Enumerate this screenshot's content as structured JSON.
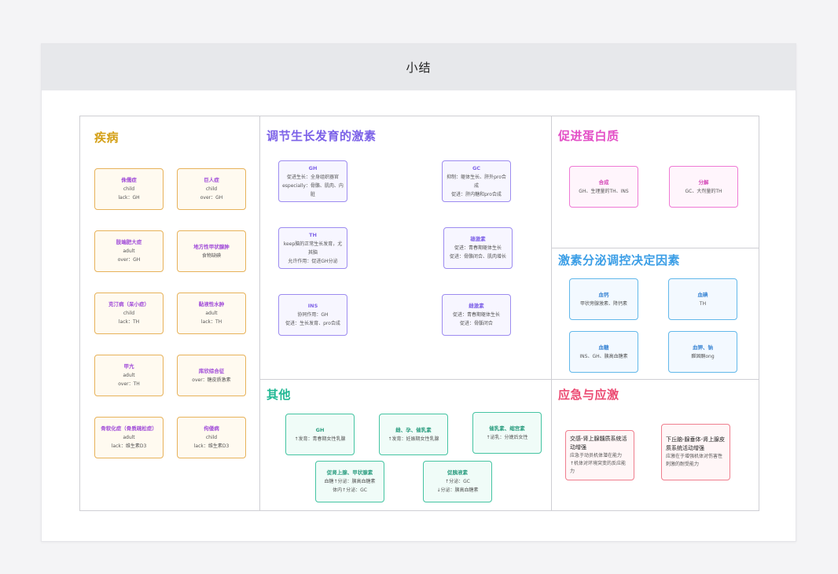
{
  "page": {
    "title": "小结"
  },
  "colors": {
    "disease": "#d4a017",
    "hormone": "#7b61e8",
    "protein": "#e34ec6",
    "factors": "#3b9ee6",
    "other": "#21b894",
    "stress": "#ec4a72"
  },
  "sections": {
    "disease": {
      "title": "疾病",
      "nodes": [
        {
          "name": "侏儒症",
          "lines": [
            "child",
            "lack：GH"
          ]
        },
        {
          "name": "巨人症",
          "lines": [
            "child",
            "over：GH"
          ]
        },
        {
          "name": "肢端肥大症",
          "lines": [
            "adult",
            "over：GH"
          ]
        },
        {
          "name": "地方性甲状腺肿",
          "lines": [
            "食物缺碘"
          ]
        },
        {
          "name": "克汀病（呆小症）",
          "lines": [
            "child",
            "lack：TH"
          ]
        },
        {
          "name": "黏液性水肿",
          "lines": [
            "adult",
            "lack：TH"
          ]
        },
        {
          "name": "甲亢",
          "lines": [
            "adult",
            "over：TH"
          ]
        },
        {
          "name": "库欣综合征",
          "lines": [
            "over：糖皮质激素"
          ]
        },
        {
          "name": "骨软化症（骨质疏松症）",
          "lines": [
            "adult",
            "lack：维生素D3"
          ]
        },
        {
          "name": "佝偻病",
          "lines": [
            "child",
            "lack：维生素D3"
          ]
        }
      ]
    },
    "hormones": {
      "title": "调节生长发育的激素",
      "nodes": [
        {
          "name": "GH",
          "lines": [
            "促进生长：全身组织器官",
            "especially：骨骼、肌肉、内脏"
          ]
        },
        {
          "name": "GC",
          "lines": [
            "抑制：躯体生长、肝外pro合成",
            "促进：肝内糖和pro合成"
          ]
        },
        {
          "name": "TH",
          "lines": [
            "keep脑的正常生长发育，尤其脑",
            "允许作用：促进GH分泌"
          ]
        },
        {
          "name": "雄激素",
          "lines": [
            "促进：青春期躯体生长",
            "促进：骨骼闭合、肌肉增长"
          ]
        },
        {
          "name": "INS",
          "lines": [
            "协同作用：GH",
            "促进：生长发育、pro合成"
          ]
        },
        {
          "name": "雌激素",
          "lines": [
            "促进：青春期躯体生长",
            "促进：骨骺闭合"
          ]
        }
      ]
    },
    "protein": {
      "title": "促进蛋白质",
      "nodes": [
        {
          "name": "合成",
          "lines": [
            "GH、生理量的TH、INS"
          ]
        },
        {
          "name": "分解",
          "lines": [
            "GC、大剂量的TH"
          ]
        }
      ]
    },
    "factors": {
      "title": "激素分泌调控决定因素",
      "nodes": [
        {
          "name": "血钙",
          "lines": [
            "甲状旁腺激素、降钙素"
          ]
        },
        {
          "name": "血碘",
          "lines": [
            "TH"
          ]
        },
        {
          "name": "血糖",
          "lines": [
            "INS、GH、胰高血糖素"
          ]
        },
        {
          "name": "血钾、钠",
          "lines": [
            "醛固酮ong"
          ]
        }
      ]
    },
    "other": {
      "title": "其他",
      "nodes": [
        {
          "name": "GH",
          "lines": [
            "↑发育：青春期女性乳腺"
          ]
        },
        {
          "name": "雌、孕、催乳素",
          "lines": [
            "↑发育：妊娠期女性乳腺"
          ]
        },
        {
          "name": "催乳素、缩宫素",
          "lines": [
            "↑泌乳：分娩后女性"
          ]
        },
        {
          "name": "促肾上腺、甲状腺素",
          "lines": [
            "血糖↑分泌：胰高血糖素",
            "体内↑分泌：GC"
          ]
        },
        {
          "name": "促胰液素",
          "lines": [
            "↑分泌：GC",
            "↓分泌：胰高血糖素"
          ]
        }
      ]
    },
    "stress": {
      "title": "应急与应激",
      "nodes": [
        {
          "name": "交感-肾上腺髓质系统活动增强",
          "lines": [
            "应急于动员机体潜在能力",
            "↑机体对环境突变的反应能力"
          ]
        },
        {
          "name": "下丘脑-腺垂体-肾上腺皮质系统活动增强",
          "lines": [
            "应激在于增强机体对伤害性刺激的耐受能力"
          ]
        }
      ]
    }
  }
}
